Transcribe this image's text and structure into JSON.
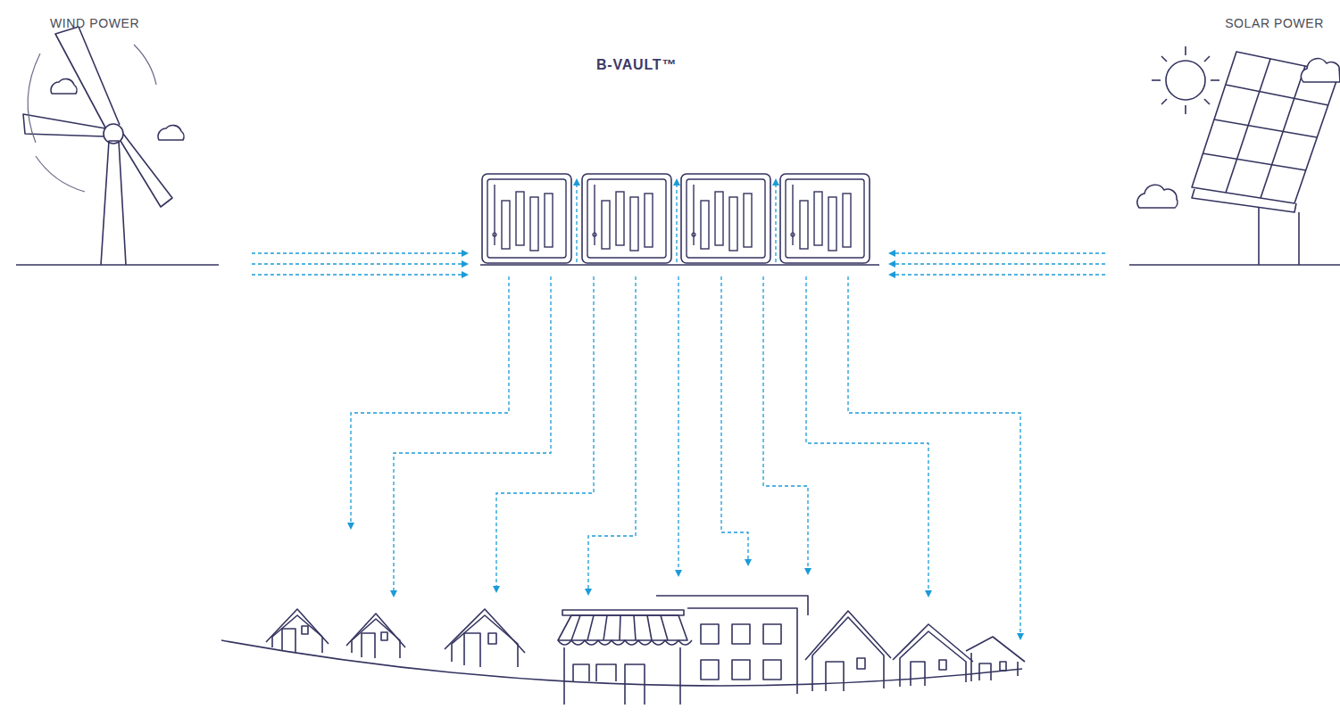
{
  "diagram": {
    "nodes": [
      {
        "text": [
          "WIND POWER"
        ]
      },
      {
        "text": [
          "B-VAULT™"
        ]
      },
      {
        "text": [
          "SOLAR POWER"
        ]
      }
    ],
    "edges": [
      {
        "from": 0,
        "to": 1,
        "arrow": "to"
      },
      {
        "from": 0,
        "to": 1,
        "arrow": "to"
      },
      {
        "from": 0,
        "to": 1,
        "arrow": "to"
      },
      {
        "from": 2,
        "to": 1,
        "arrow": "to"
      },
      {
        "from": 2,
        "to": 1,
        "arrow": "to"
      },
      {
        "from": 2,
        "to": 1,
        "arrow": "to"
      }
    ]
  }
}
